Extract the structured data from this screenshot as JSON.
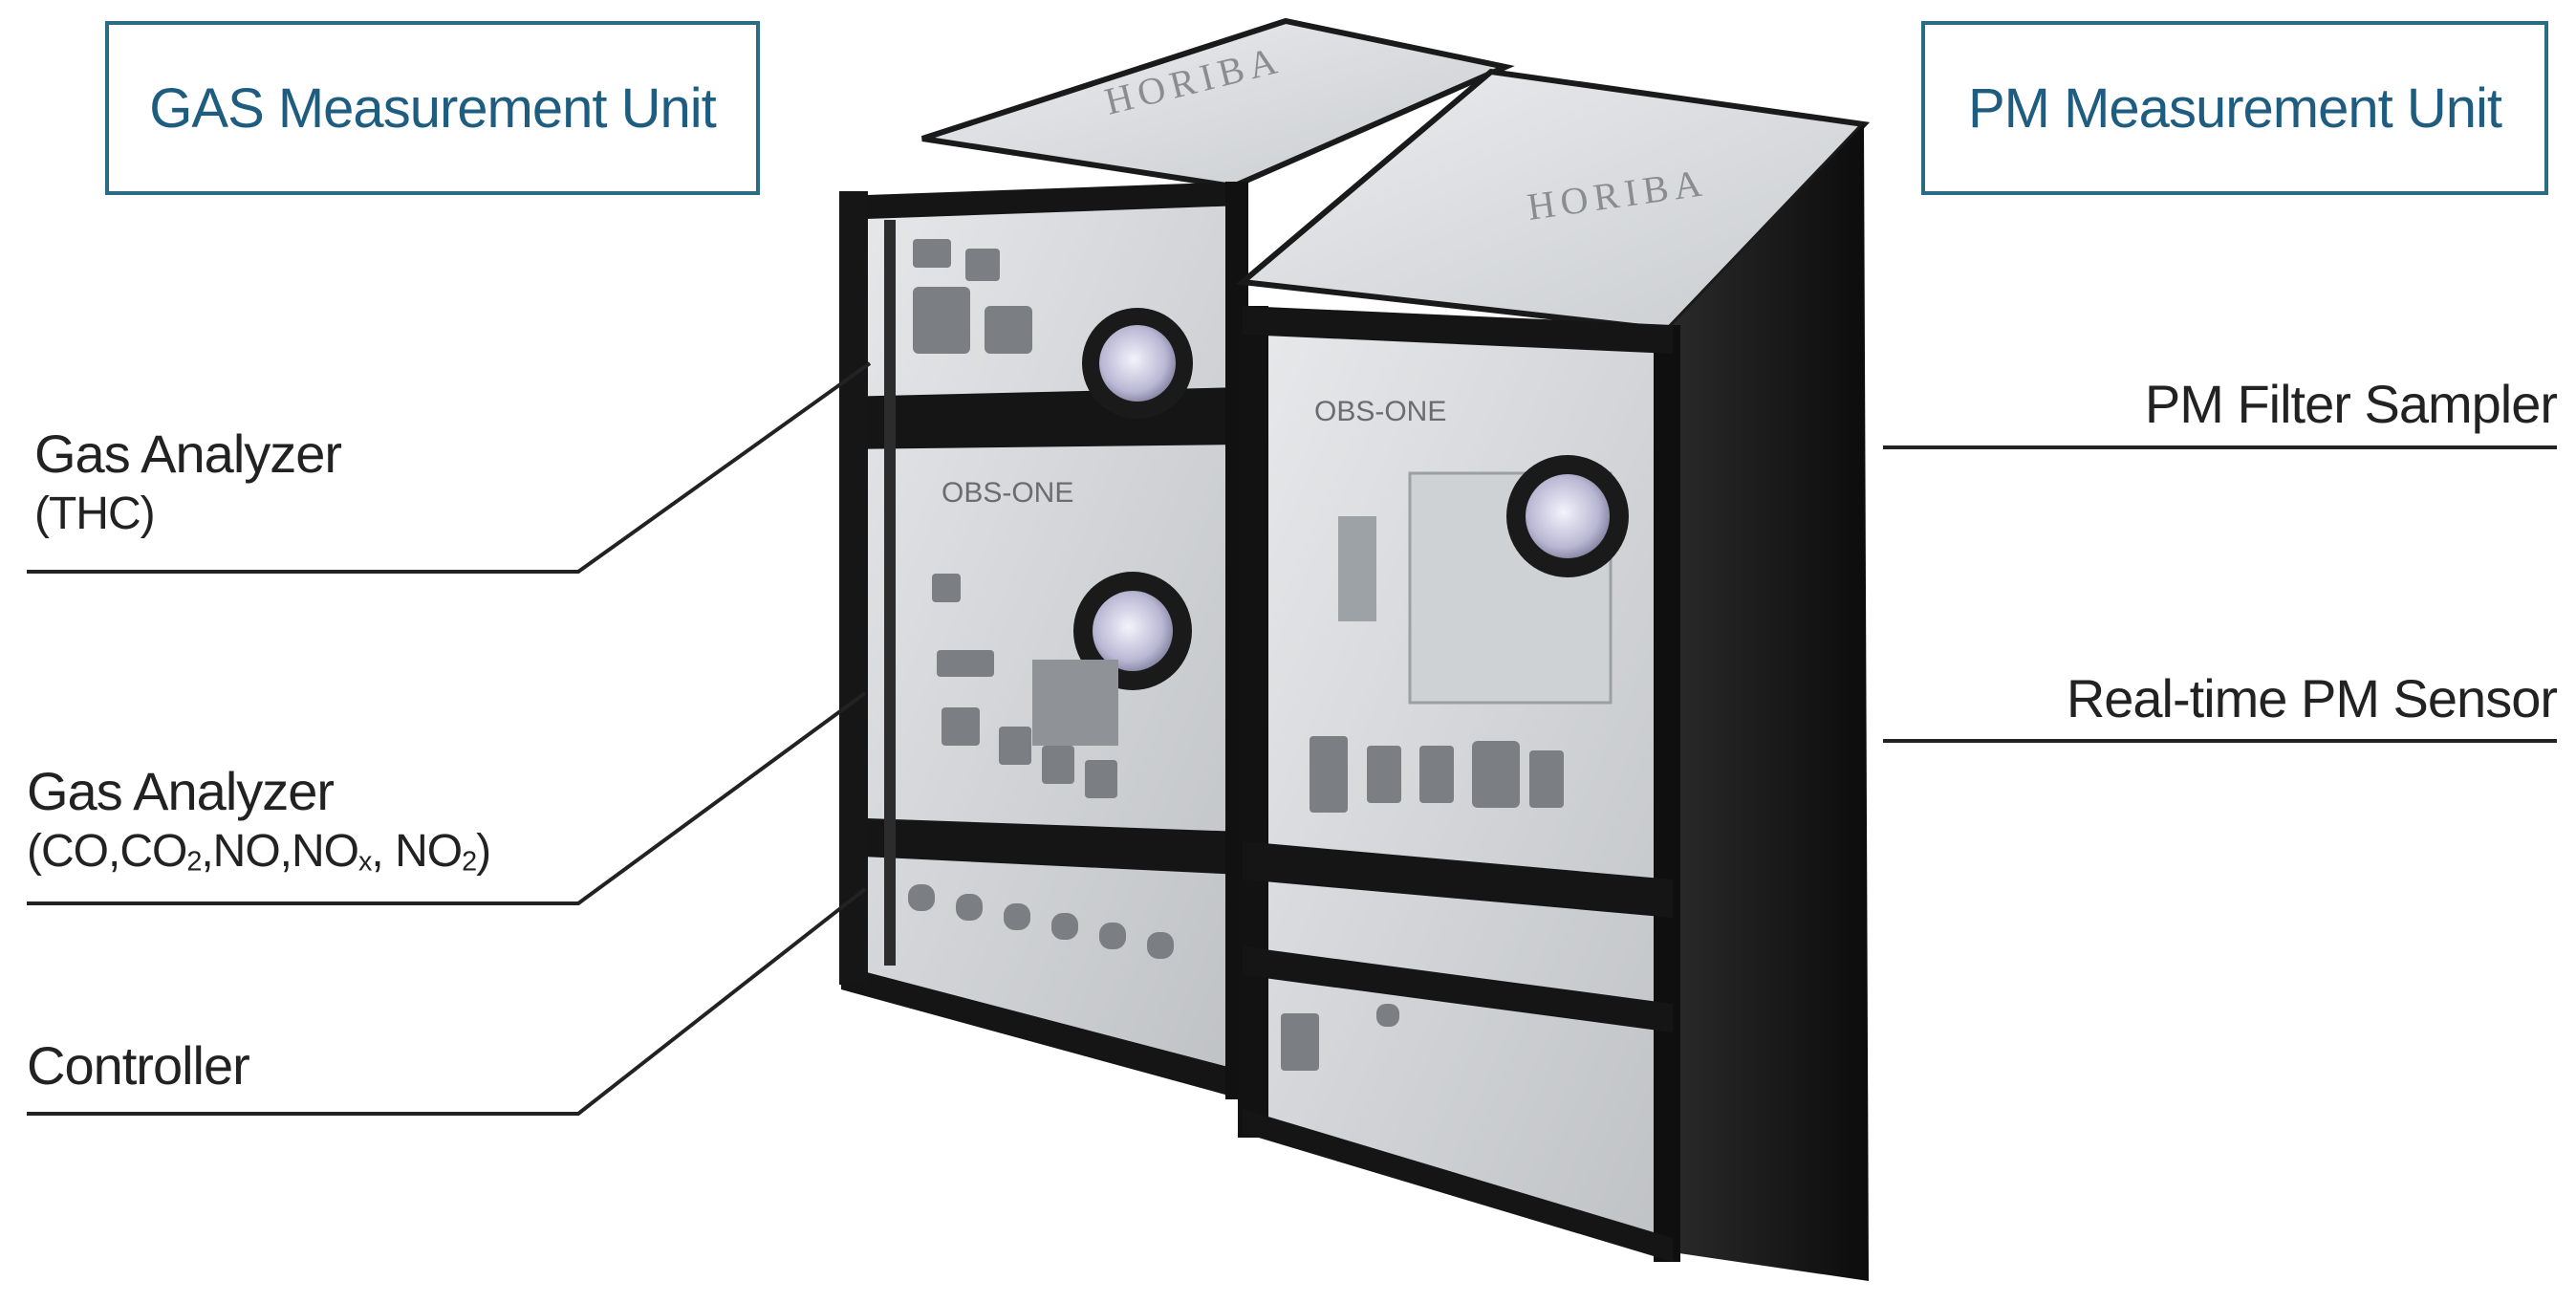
{
  "units": {
    "gas": "GAS Measurement Unit",
    "pm": "PM Measurement Unit"
  },
  "labels_left": {
    "gas_thc_title": "Gas Analyzer",
    "gas_thc_sub": "(THC)",
    "gas_multi_title": "Gas Analyzer",
    "gas_multi_sub_parts": [
      "(CO,CO",
      "2",
      ",NO,NO",
      "x",
      ", NO",
      "2",
      ")"
    ],
    "controller": "Controller"
  },
  "labels_right": {
    "pm_filter": "PM Filter Sampler",
    "pm_sensor": "Real-time PM Sensor"
  },
  "device_markings": {
    "brand": "HORIBA",
    "model": "OBS-ONE"
  },
  "colors": {
    "box_border": "#2a6b86",
    "box_text": "#1f5d80",
    "frame": "#141414",
    "panel": "#d9dbdd",
    "top": "#dfe2e4",
    "leader": "#222222"
  }
}
